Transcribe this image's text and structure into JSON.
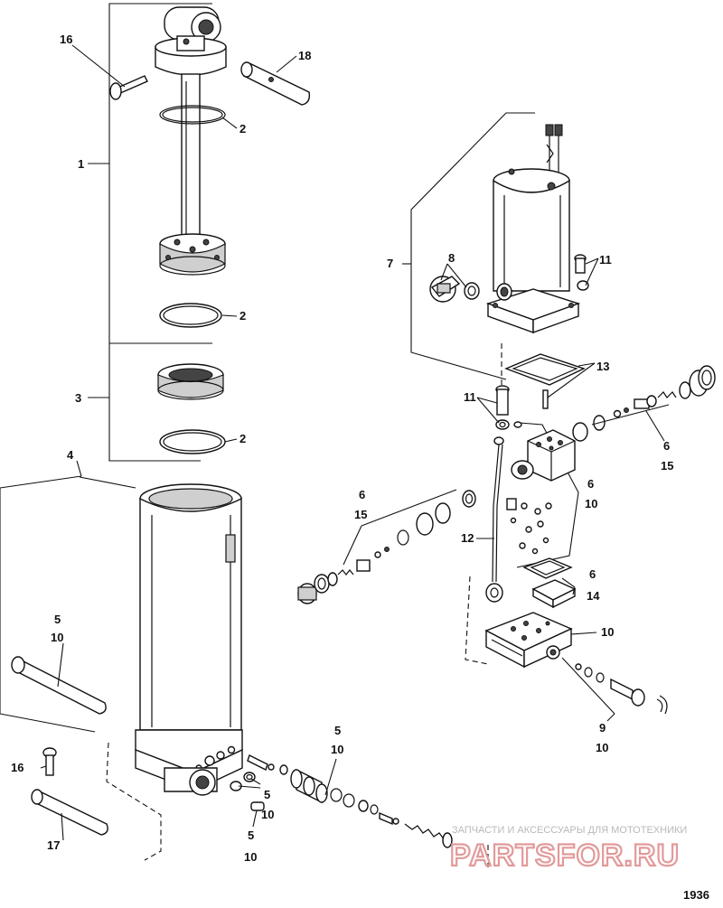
{
  "figure_number": "1936",
  "watermark": {
    "tagline": "ЗАПЧАСТИ И АКСЕССУАРЫ ДЛЯ МОТОТЕХНИКИ",
    "logo": "PARTSFOR.RU"
  },
  "callouts": {
    "c16_top": "16",
    "c18": "18",
    "c2_a": "2",
    "c1": "1",
    "c2_b": "2",
    "c3": "3",
    "c2_c": "2",
    "c4": "4",
    "c5_left": "5",
    "c10_left": "10",
    "c16_bottom": "16",
    "c17": "17",
    "c5_bottom_a": "5",
    "c10_bottom_a": "10",
    "c5_bottom_b": "5",
    "c10_bottom_b": "10",
    "c5_center": "5",
    "c10_center": "10",
    "c7": "7",
    "c8": "8",
    "c11_top": "11",
    "c13": "13",
    "c11_mid": "11",
    "c6_right": "6",
    "c15_right": "15",
    "c6_mid": "6",
    "c10_mid": "10",
    "c6_left": "6",
    "c15_left": "15",
    "c12": "12",
    "c6_low": "6",
    "c14": "14",
    "c10_low": "10",
    "c9": "9",
    "c10_bottom_right": "10"
  }
}
